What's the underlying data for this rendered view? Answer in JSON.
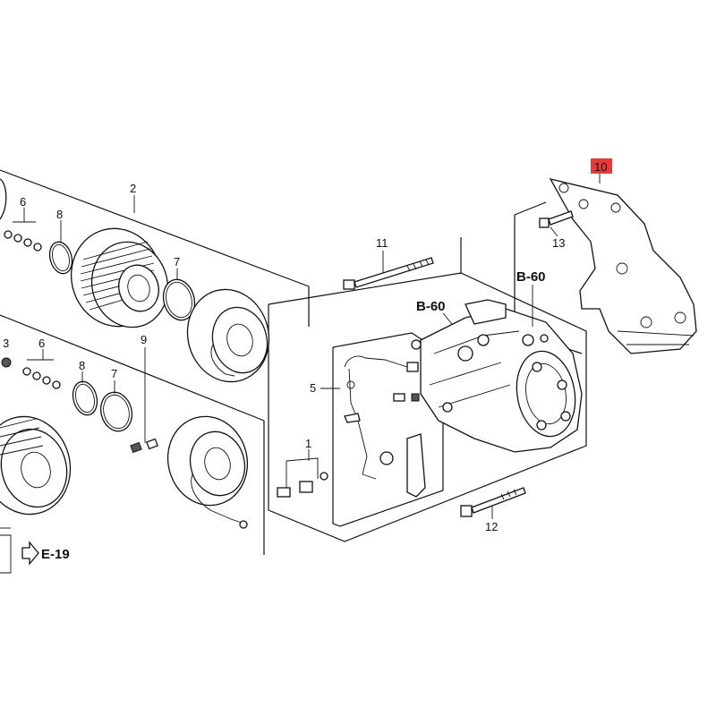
{
  "callouts": {
    "c1": "1",
    "c2": "2",
    "c3": "3",
    "c5": "5",
    "c6a": "6",
    "c6b": "6",
    "c7a": "7",
    "c7b": "7",
    "c8a": "8",
    "c8b": "8",
    "c9": "9",
    "c10": "10",
    "c11": "11",
    "c12": "12",
    "c13": "13"
  },
  "references": {
    "b60_left": "B-60",
    "b60_right": "B-60",
    "e19": "E-19"
  },
  "highlight": {
    "color": "#e43a3a"
  }
}
